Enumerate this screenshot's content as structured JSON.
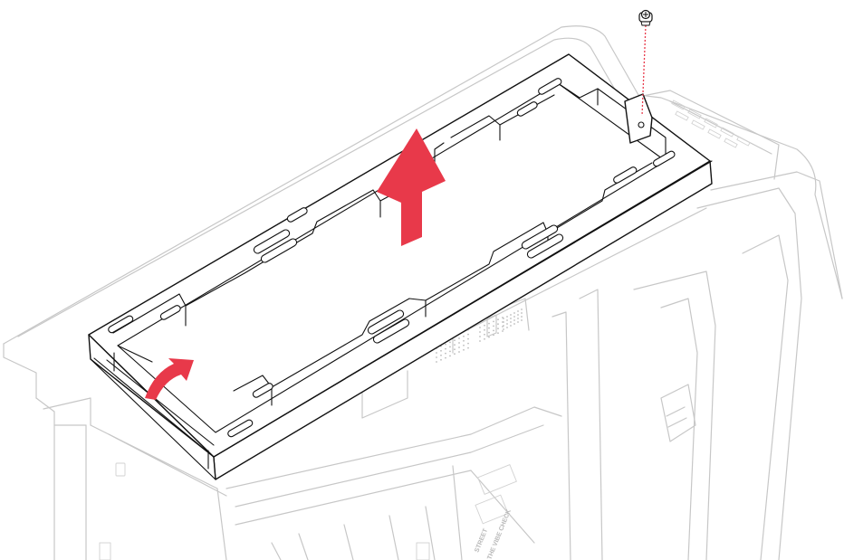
{
  "figure": {
    "kind": "assembly-step",
    "subject": "top radiator bracket removal",
    "colors": {
      "arrow": "#e8394a",
      "screw_guide": "#e8394a",
      "frame_outline": "#111111",
      "case_outline": "#c7c7c7"
    },
    "icons": {
      "lift_arrow": "arrow-up-icon",
      "tilt_arrow": "curved-arrow-icon",
      "screw": "screw-icon"
    },
    "case_engraving": [
      "STREET",
      "THE VIBE CHECK"
    ]
  }
}
